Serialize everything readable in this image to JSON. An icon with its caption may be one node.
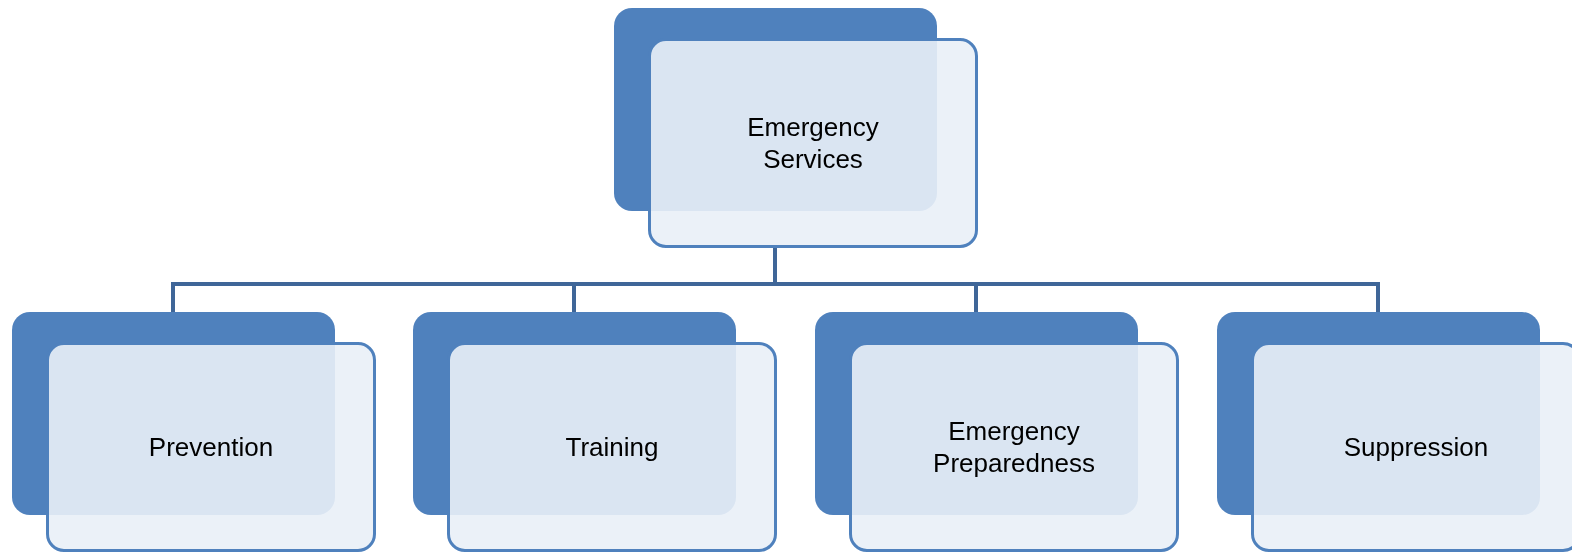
{
  "diagram": {
    "nodes": [
      {
        "text": [
          "Emergency Services"
        ]
      },
      {
        "text": [
          "Prevention"
        ]
      },
      {
        "text": [
          "Training"
        ]
      },
      {
        "text": [
          "Emergency Preparedness"
        ]
      },
      {
        "text": [
          "Suppression"
        ]
      }
    ],
    "edges": [
      {
        "from": 0,
        "to": 1,
        "arrow": "none"
      },
      {
        "from": 0,
        "to": 2,
        "arrow": "none"
      },
      {
        "from": 0,
        "to": 3,
        "arrow": "none"
      },
      {
        "from": 0,
        "to": 4,
        "arrow": "none"
      }
    ]
  }
}
